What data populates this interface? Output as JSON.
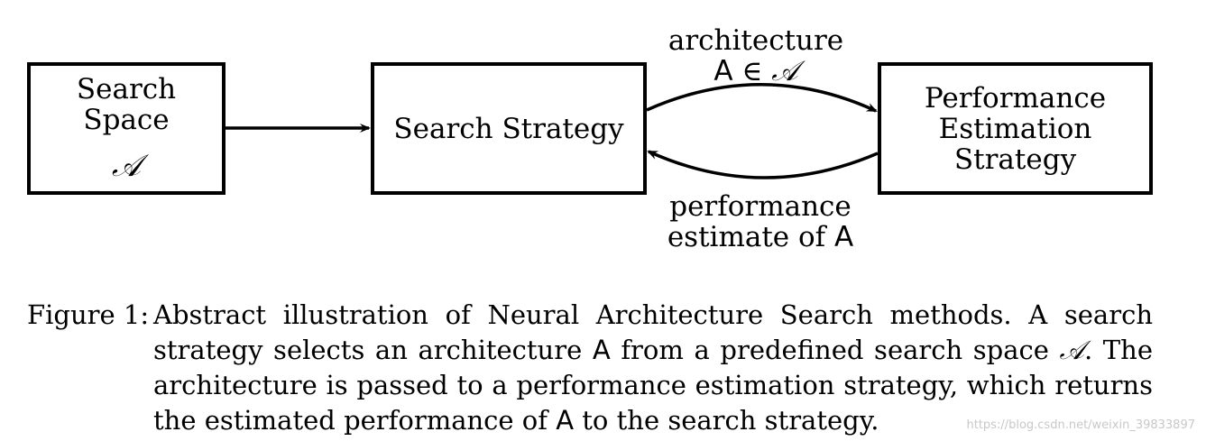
{
  "diagram": {
    "search_space": {
      "title": "Search Space",
      "symbol": "𝒜"
    },
    "search_strategy": {
      "title": "Search Strategy"
    },
    "performance": {
      "lines": [
        "Performance",
        "Estimation",
        "Strategy"
      ]
    },
    "edge_top": {
      "line1": "architecture",
      "line2_prefix": "A",
      "line2_op": " ∈ ",
      "line2_symbol": "𝒜"
    },
    "edge_bottom": {
      "line1": "performance",
      "line2_prefix": "estimate of ",
      "line2_var": "A"
    }
  },
  "caption": {
    "label": "Figure 1:",
    "segments": [
      "Abstract illustration of Neural Architecture Search methods. A search strategy selects an architecture ",
      "A",
      " from a predefined search space ",
      "𝒜",
      ". The architecture is passed to a performance estimation strategy, which returns the estimated performance of ",
      "A",
      " to the search strategy."
    ]
  },
  "watermark": "https://blog.csdn.net/weixin_39833897"
}
